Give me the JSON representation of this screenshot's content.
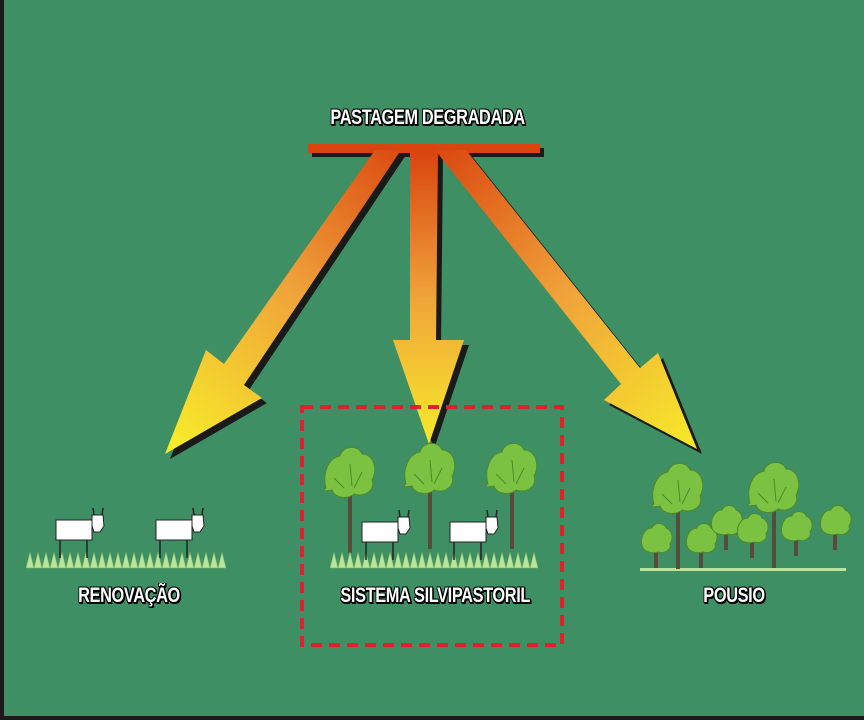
{
  "diagram": {
    "top_label": "PASTAGEM DEGRADADA",
    "options": [
      {
        "label": "RENOVAÇÃO"
      },
      {
        "label": "SISTEMA SILVIPASTORIL"
      },
      {
        "label": "POUSIO"
      }
    ]
  },
  "colors": {
    "background": "#3f8f64",
    "arrow_top": "#d9440f",
    "arrow_bottom": "#f7ea2a",
    "grass": "#bde39a",
    "tree_canopy": "#7cc242",
    "tree_trunk": "#5a4a3a",
    "highlight_box": "#e0202a"
  }
}
